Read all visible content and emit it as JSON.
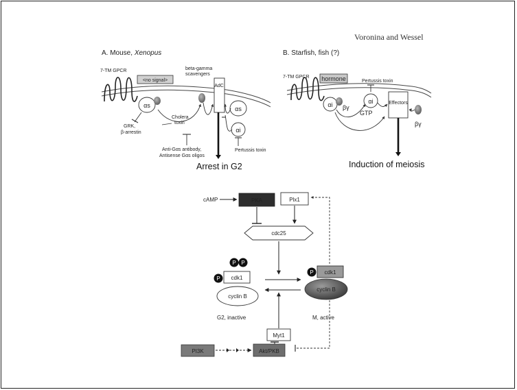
{
  "header": {
    "author": "Voronina and Wessel"
  },
  "panel_a": {
    "title_prefix": "A. Mouse, ",
    "title_italic": "Xenopus",
    "gpcr_label": "7-TM GPCR",
    "signal_box": "<no signal>",
    "scavengers_line1": "beta-gamma",
    "scavengers_line2": "scavengers",
    "adc": "AdC",
    "alpha_s": "αs",
    "alpha_i": "αi",
    "cholera_line1": "Cholera",
    "cholera_line2": "toxin",
    "grk": "GRK,",
    "arrestin": "β-arrestin",
    "antibody_line1": "Anti-Gαs antibody,",
    "antibody_line2": "Antisense Gαs oligos",
    "pertussis": "Pertussis toxin",
    "outcome": "Arrest in G2"
  },
  "panel_b": {
    "title": "B. Starfish, fish (?)",
    "gpcr_label": "7-TM GPCR",
    "signal_box": "hormone",
    "pertussis": "Pertussis toxin",
    "alpha_i": "αi",
    "beta_gamma": "βγ",
    "gtp": "GTP",
    "effectors": "Effectors",
    "outcome": "Induction of meiosis"
  },
  "panel_c": {
    "camp": "cAMP",
    "pka": "PKA",
    "plx1": "Plx1",
    "cdc25": "cdc25",
    "phospho": "P",
    "cdk1": "cdk1",
    "cyclin_b": "cyclin B",
    "inactive_state": "G2, inactive",
    "active_state": "M, active",
    "myt1": "Myt1",
    "pi3k": "PI3K",
    "akt": "Akt/PKB"
  }
}
